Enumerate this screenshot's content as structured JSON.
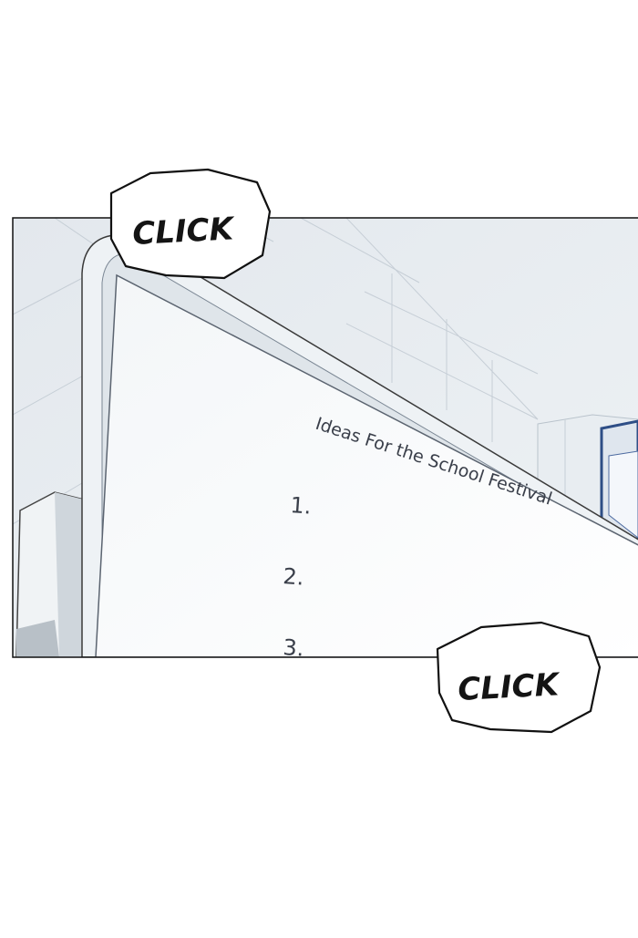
{
  "sfx": {
    "top": "CLICK",
    "bottom": "CLICK"
  },
  "whiteboard": {
    "title": "Ideas For the School Festival",
    "items": [
      "1.",
      "2.",
      "3."
    ]
  }
}
